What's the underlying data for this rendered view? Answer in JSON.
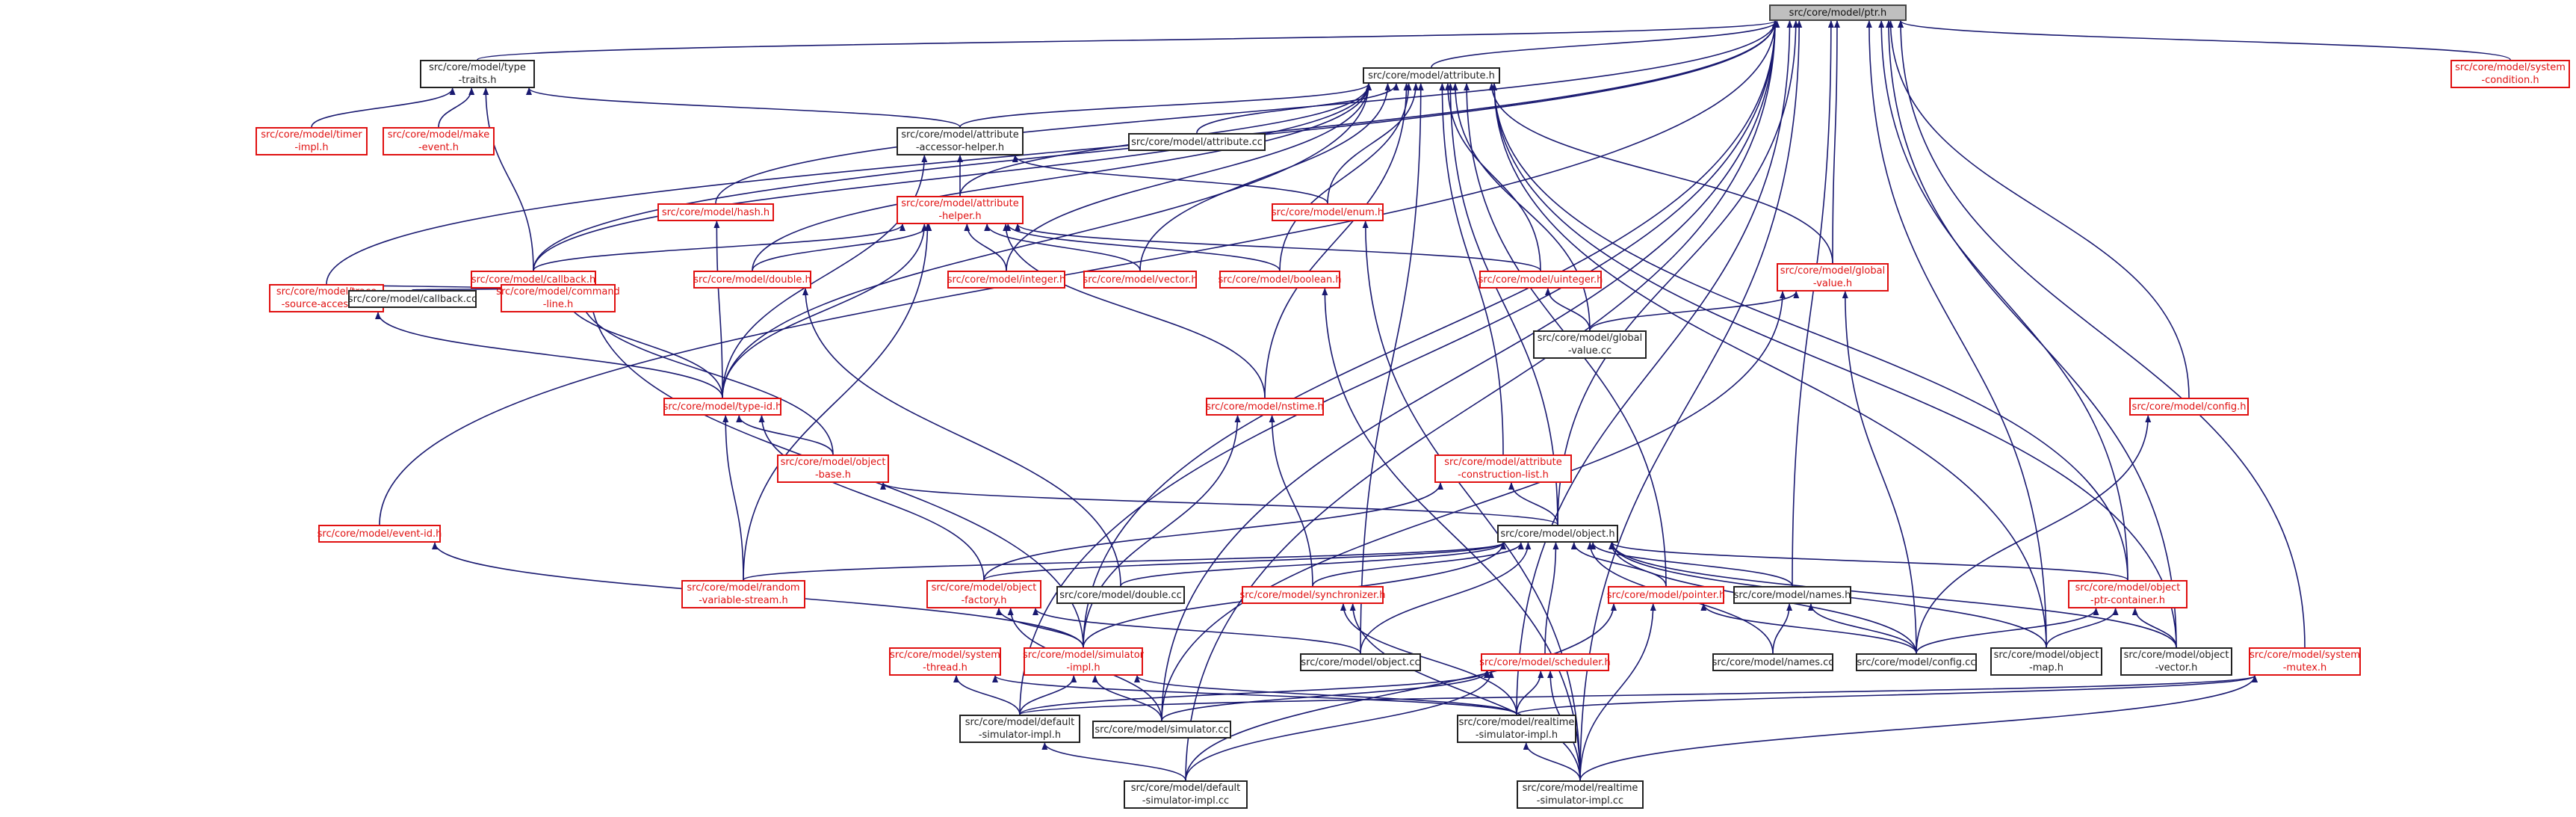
{
  "graph": {
    "nodes": [
      {
        "id": "ptr",
        "label": "src/core/model/ptr.h",
        "style": "root"
      },
      {
        "id": "type-traits",
        "label": "src/core/model/type\n-traits.h",
        "style": "black"
      },
      {
        "id": "attribute",
        "label": "src/core/model/attribute.h",
        "style": "black"
      },
      {
        "id": "system-condition",
        "label": "src/core/model/system\n-condition.h",
        "style": "red"
      },
      {
        "id": "timer-impl",
        "label": "src/core/model/timer\n-impl.h",
        "style": "red"
      },
      {
        "id": "make-event",
        "label": "src/core/model/make\n-event.h",
        "style": "red"
      },
      {
        "id": "attribute-accessor-helper",
        "label": "src/core/model/attribute\n-accessor-helper.h",
        "style": "black"
      },
      {
        "id": "attribute-cc",
        "label": "src/core/model/attribute.cc",
        "style": "black"
      },
      {
        "id": "hash",
        "label": "src/core/model/hash.h",
        "style": "red"
      },
      {
        "id": "attribute-helper",
        "label": "src/core/model/attribute\n-helper.h",
        "style": "red"
      },
      {
        "id": "enum",
        "label": "src/core/model/enum.h",
        "style": "red"
      },
      {
        "id": "callback",
        "label": "src/core/model/callback.h",
        "style": "red"
      },
      {
        "id": "double",
        "label": "src/core/model/double.h",
        "style": "red"
      },
      {
        "id": "integer",
        "label": "src/core/model/integer.h",
        "style": "red"
      },
      {
        "id": "vector",
        "label": "src/core/model/vector.h",
        "style": "red"
      },
      {
        "id": "boolean",
        "label": "src/core/model/boolean.h",
        "style": "red"
      },
      {
        "id": "uinteger",
        "label": "src/core/model/uinteger.h",
        "style": "red"
      },
      {
        "id": "global-value",
        "label": "src/core/model/global\n-value.h",
        "style": "red"
      },
      {
        "id": "trace-source-accessor",
        "label": "src/core/model/trace\n-source-accessor.h",
        "style": "red"
      },
      {
        "id": "callback-cc",
        "label": "src/core/model/callback.cc",
        "style": "black"
      },
      {
        "id": "command-line",
        "label": "src/core/model/command\n-line.h",
        "style": "red"
      },
      {
        "id": "global-value-cc",
        "label": "src/core/model/global\n-value.cc",
        "style": "black"
      },
      {
        "id": "type-id",
        "label": "src/core/model/type-id.h",
        "style": "red"
      },
      {
        "id": "nstime",
        "label": "src/core/model/nstime.h",
        "style": "red"
      },
      {
        "id": "config-h",
        "label": "src/core/model/config.h",
        "style": "red"
      },
      {
        "id": "object-base",
        "label": "src/core/model/object\n-base.h",
        "style": "red"
      },
      {
        "id": "attribute-construction-list",
        "label": "src/core/model/attribute\n-construction-list.h",
        "style": "red"
      },
      {
        "id": "event-id",
        "label": "src/core/model/event-id.h",
        "style": "red"
      },
      {
        "id": "object-h",
        "label": "src/core/model/object.h",
        "style": "black"
      },
      {
        "id": "random-variable-stream",
        "label": "src/core/model/random\n-variable-stream.h",
        "style": "red"
      },
      {
        "id": "object-factory",
        "label": "src/core/model/object\n-factory.h",
        "style": "red"
      },
      {
        "id": "double-cc",
        "label": "src/core/model/double.cc",
        "style": "black"
      },
      {
        "id": "synchronizer",
        "label": "src/core/model/synchronizer.h",
        "style": "red"
      },
      {
        "id": "pointer",
        "label": "src/core/model/pointer.h",
        "style": "red"
      },
      {
        "id": "names-h",
        "label": "src/core/model/names.h",
        "style": "black"
      },
      {
        "id": "object-ptr-container",
        "label": "src/core/model/object\n-ptr-container.h",
        "style": "red"
      },
      {
        "id": "system-thread",
        "label": "src/core/model/system\n-thread.h",
        "style": "red"
      },
      {
        "id": "simulator-impl",
        "label": "src/core/model/simulator\n-impl.h",
        "style": "red"
      },
      {
        "id": "object-cc",
        "label": "src/core/model/object.cc",
        "style": "black"
      },
      {
        "id": "scheduler",
        "label": "src/core/model/scheduler.h",
        "style": "red"
      },
      {
        "id": "names-cc",
        "label": "src/core/model/names.cc",
        "style": "black"
      },
      {
        "id": "config-cc",
        "label": "src/core/model/config.cc",
        "style": "black"
      },
      {
        "id": "object-map",
        "label": "src/core/model/object\n-map.h",
        "style": "black"
      },
      {
        "id": "object-vector",
        "label": "src/core/model/object\n-vector.h",
        "style": "black"
      },
      {
        "id": "system-mutex",
        "label": "src/core/model/system\n-mutex.h",
        "style": "red"
      },
      {
        "id": "default-simulator-impl-h",
        "label": "src/core/model/default\n-simulator-impl.h",
        "style": "black"
      },
      {
        "id": "simulator-cc",
        "label": "src/core/model/simulator.cc",
        "style": "black"
      },
      {
        "id": "realtime-simulator-impl-h",
        "label": "src/core/model/realtime\n-simulator-impl.h",
        "style": "black"
      },
      {
        "id": "default-simulator-impl-cc",
        "label": "src/core/model/default\n-simulator-impl.cc",
        "style": "black"
      },
      {
        "id": "realtime-simulator-impl-cc",
        "label": "src/core/model/realtime\n-simulator-impl.cc",
        "style": "black"
      }
    ],
    "edges": [
      [
        "ptr",
        "type-traits"
      ],
      [
        "ptr",
        "attribute"
      ],
      [
        "ptr",
        "system-condition"
      ],
      [
        "ptr",
        "callback"
      ],
      [
        "ptr",
        "hash"
      ],
      [
        "ptr",
        "trace-source-accessor"
      ],
      [
        "ptr",
        "global-value"
      ],
      [
        "ptr",
        "object-h"
      ],
      [
        "ptr",
        "event-id"
      ],
      [
        "ptr",
        "config-h"
      ],
      [
        "ptr",
        "object-ptr-container"
      ],
      [
        "ptr",
        "names-h"
      ],
      [
        "ptr",
        "simulator-impl"
      ],
      [
        "ptr",
        "default-simulator-impl-h"
      ],
      [
        "ptr",
        "default-simulator-impl-cc"
      ],
      [
        "ptr",
        "realtime-simulator-impl-h"
      ],
      [
        "ptr",
        "realtime-simulator-impl-cc"
      ],
      [
        "ptr",
        "object-map"
      ],
      [
        "ptr",
        "object-vector"
      ],
      [
        "ptr",
        "system-mutex"
      ],
      [
        "ptr",
        "simulator-cc"
      ],
      [
        "type-traits",
        "timer-impl"
      ],
      [
        "type-traits",
        "make-event"
      ],
      [
        "type-traits",
        "attribute-accessor-helper"
      ],
      [
        "type-traits",
        "callback"
      ],
      [
        "attribute",
        "attribute-accessor-helper"
      ],
      [
        "attribute",
        "attribute-cc"
      ],
      [
        "attribute",
        "attribute-helper"
      ],
      [
        "attribute",
        "enum"
      ],
      [
        "attribute",
        "callback"
      ],
      [
        "attribute",
        "double"
      ],
      [
        "attribute",
        "integer"
      ],
      [
        "attribute",
        "vector"
      ],
      [
        "attribute",
        "boolean"
      ],
      [
        "attribute",
        "uinteger"
      ],
      [
        "attribute",
        "global-value"
      ],
      [
        "attribute",
        "global-value-cc"
      ],
      [
        "attribute",
        "type-id"
      ],
      [
        "attribute",
        "nstime"
      ],
      [
        "attribute",
        "attribute-construction-list"
      ],
      [
        "attribute",
        "object-h"
      ],
      [
        "attribute",
        "pointer"
      ],
      [
        "attribute",
        "object-ptr-container"
      ],
      [
        "attribute",
        "object-cc"
      ],
      [
        "attribute",
        "object-map"
      ],
      [
        "attribute",
        "object-vector"
      ],
      [
        "attribute-accessor-helper",
        "attribute-helper"
      ],
      [
        "attribute-accessor-helper",
        "type-id"
      ],
      [
        "attribute-accessor-helper",
        "enum"
      ],
      [
        "attribute-helper",
        "callback"
      ],
      [
        "attribute-helper",
        "double"
      ],
      [
        "attribute-helper",
        "integer"
      ],
      [
        "attribute-helper",
        "vector"
      ],
      [
        "attribute-helper",
        "boolean"
      ],
      [
        "attribute-helper",
        "uinteger"
      ],
      [
        "attribute-helper",
        "type-id"
      ],
      [
        "attribute-helper",
        "nstime"
      ],
      [
        "attribute-helper",
        "random-variable-stream"
      ],
      [
        "hash",
        "type-id"
      ],
      [
        "enum",
        "realtime-simulator-impl-cc"
      ],
      [
        "callback",
        "trace-source-accessor"
      ],
      [
        "callback",
        "callback-cc"
      ],
      [
        "callback",
        "command-line"
      ],
      [
        "callback",
        "type-id"
      ],
      [
        "callback",
        "object-base"
      ],
      [
        "callback",
        "simulator-impl"
      ],
      [
        "double",
        "double-cc"
      ],
      [
        "boolean",
        "realtime-simulator-impl-cc"
      ],
      [
        "uinteger",
        "global-value-cc"
      ],
      [
        "global-value",
        "global-value-cc"
      ],
      [
        "global-value",
        "config-cc"
      ],
      [
        "global-value",
        "simulator-cc"
      ],
      [
        "trace-source-accessor",
        "type-id"
      ],
      [
        "type-id",
        "object-base"
      ],
      [
        "type-id",
        "random-variable-stream"
      ],
      [
        "type-id",
        "object-factory"
      ],
      [
        "nstime",
        "synchronizer"
      ],
      [
        "nstime",
        "simulator-impl"
      ],
      [
        "config-h",
        "config-cc"
      ],
      [
        "object-base",
        "object-h"
      ],
      [
        "attribute-construction-list",
        "object-h"
      ],
      [
        "attribute-construction-list",
        "object-factory"
      ],
      [
        "event-id",
        "simulator-impl"
      ],
      [
        "object-h",
        "random-variable-stream"
      ],
      [
        "object-h",
        "object-factory"
      ],
      [
        "object-h",
        "double-cc"
      ],
      [
        "object-h",
        "synchronizer"
      ],
      [
        "object-h",
        "pointer"
      ],
      [
        "object-h",
        "names-h"
      ],
      [
        "object-h",
        "object-ptr-container"
      ],
      [
        "object-h",
        "simulator-impl"
      ],
      [
        "object-h",
        "object-cc"
      ],
      [
        "object-h",
        "scheduler"
      ],
      [
        "object-h",
        "names-cc"
      ],
      [
        "object-h",
        "config-cc"
      ],
      [
        "object-h",
        "object-map"
      ],
      [
        "object-h",
        "object-vector"
      ],
      [
        "object-factory",
        "simulator-impl"
      ],
      [
        "object-factory",
        "object-cc"
      ],
      [
        "object-factory",
        "simulator-cc"
      ],
      [
        "synchronizer",
        "realtime-simulator-impl-h"
      ],
      [
        "synchronizer",
        "realtime-simulator-impl-cc"
      ],
      [
        "pointer",
        "config-cc"
      ],
      [
        "pointer",
        "default-simulator-impl-cc"
      ],
      [
        "pointer",
        "realtime-simulator-impl-cc"
      ],
      [
        "names-h",
        "names-cc"
      ],
      [
        "names-h",
        "config-cc"
      ],
      [
        "object-ptr-container",
        "config-cc"
      ],
      [
        "object-ptr-container",
        "object-map"
      ],
      [
        "object-ptr-container",
        "object-vector"
      ],
      [
        "system-thread",
        "default-simulator-impl-h"
      ],
      [
        "system-thread",
        "realtime-simulator-impl-h"
      ],
      [
        "simulator-impl",
        "default-simulator-impl-h"
      ],
      [
        "simulator-impl",
        "simulator-cc"
      ],
      [
        "simulator-impl",
        "realtime-simulator-impl-h"
      ],
      [
        "scheduler",
        "default-simulator-impl-h"
      ],
      [
        "scheduler",
        "simulator-cc"
      ],
      [
        "scheduler",
        "realtime-simulator-impl-h"
      ],
      [
        "scheduler",
        "default-simulator-impl-cc"
      ],
      [
        "scheduler",
        "realtime-simulator-impl-cc"
      ],
      [
        "system-mutex",
        "default-simulator-impl-h"
      ],
      [
        "system-mutex",
        "realtime-simulator-impl-h"
      ],
      [
        "system-mutex",
        "realtime-simulator-impl-cc"
      ],
      [
        "default-simulator-impl-h",
        "default-simulator-impl-cc"
      ],
      [
        "realtime-simulator-impl-h",
        "realtime-simulator-impl-cc"
      ]
    ]
  }
}
